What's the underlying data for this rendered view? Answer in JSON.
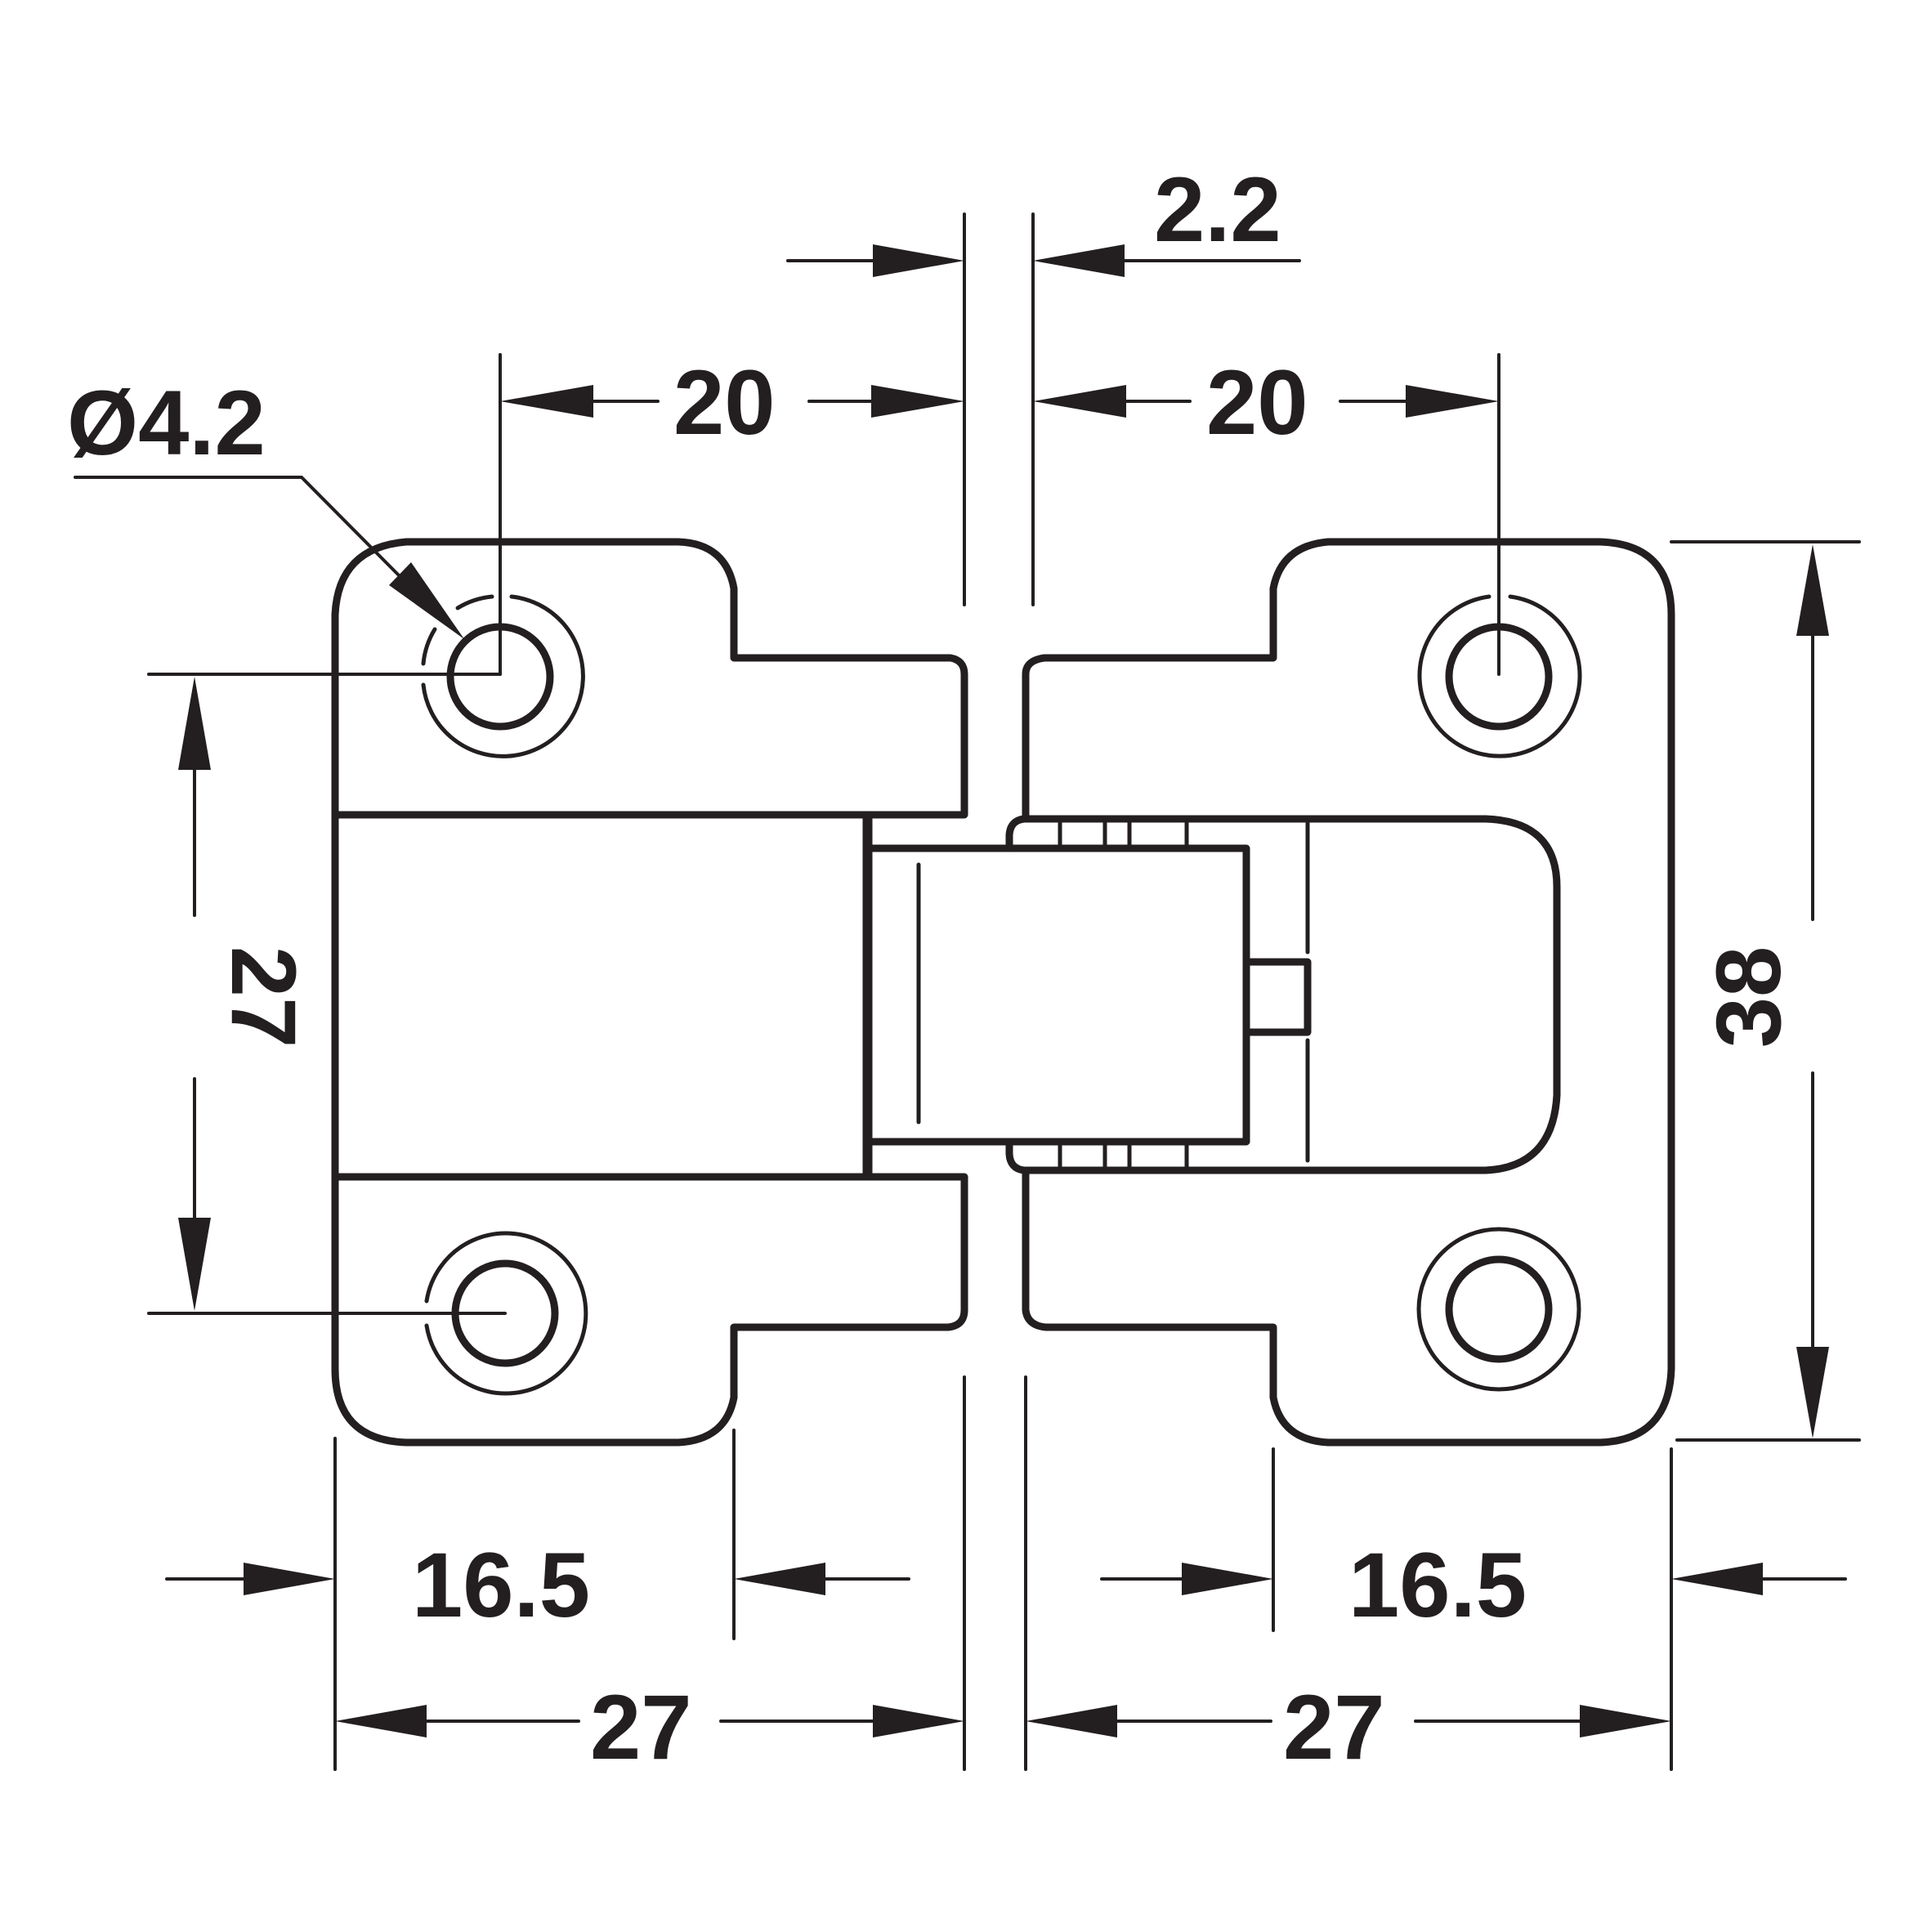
{
  "dimensions": {
    "hole_diameter": "Ø4.2",
    "gap": "2.2",
    "hole_offset_left": "20",
    "hole_offset_right": "20",
    "hole_spacing": "27",
    "height": "38",
    "body_width_left": "16.5",
    "body_width_right": "16.5",
    "total_width_left": "27",
    "total_width_right": "27"
  }
}
